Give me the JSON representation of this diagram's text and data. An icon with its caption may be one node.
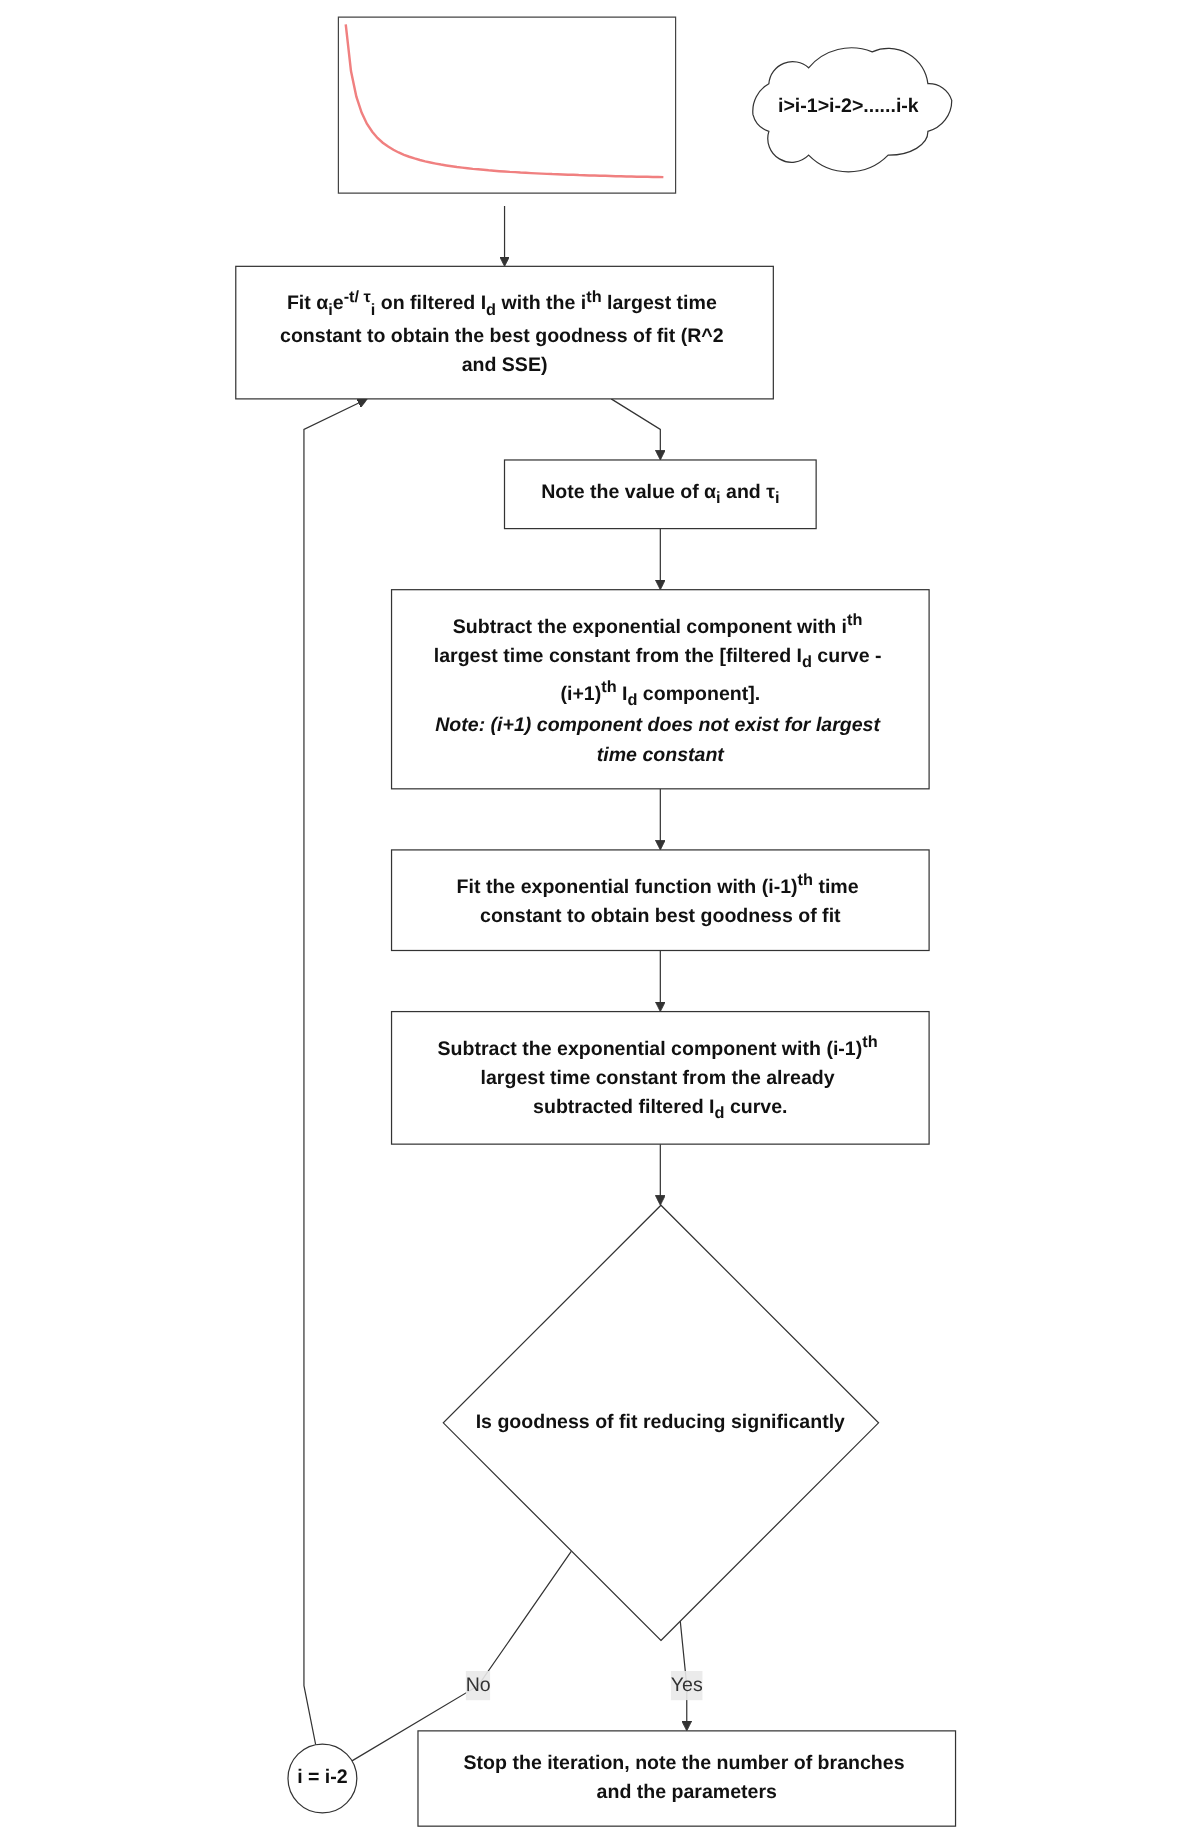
{
  "diagram": {
    "nodes": [
      {
        "text": [],
        "shape": "picture"
      },
      {
        "text": [
          "Fit α$_{i}$e$^{-t/ τ}$$_{i}$ on filtered I$_{d}$ with the i$^{th}$ largest time constant to obtain the best goodness of fit (R^2 and SSE)"
        ]
      },
      {
        "text": [
          "Note the value of α$_{i}$ and τ$_{i}$"
        ]
      },
      {
        "text": [
          "Subtract the exponential component with i$^{th}$ largest time constant from the [filtered I$_{d}$ curve - (i+1)$^{th}$ I$_{d}$ component].",
          "Note: (i+1) component does not exist for largest time constant"
        ]
      },
      {
        "text": [
          "Fit the exponential function with (i-1)$^{th}$ time constant to obtain best goodness of fit"
        ]
      },
      {
        "text": [
          "Subtract the exponential component with (i-1)$^{th}$ largest time constant from the already subtracted filtered I$_{d}$ curve."
        ]
      },
      {
        "text": [
          "Is goodness of fit reducing significantly"
        ]
      },
      {
        "text": [
          "i = i-2"
        ]
      },
      {
        "text": [
          "i>i-1>i-2>......i-k"
        ]
      },
      {
        "text": [
          "Stop the iteration, note the number of branches and the parameters"
        ]
      }
    ],
    "edges": [
      {
        "from": 0,
        "to": 1,
        "arrow": "to"
      },
      {
        "from": 1,
        "to": 2,
        "arrow": "to"
      },
      {
        "from": 2,
        "to": 3,
        "arrow": "to"
      },
      {
        "from": 3,
        "to": 4,
        "arrow": "to"
      },
      {
        "from": 4,
        "to": 5,
        "arrow": "to"
      },
      {
        "from": 5,
        "to": 6,
        "arrow": "to"
      },
      {
        "from": 6,
        "to": 7,
        "arrow": "none",
        "label": "No"
      },
      {
        "from": 7,
        "to": 1,
        "arrow": "to"
      },
      {
        "from": 6,
        "to": 9,
        "arrow": "to",
        "label": "Yes"
      }
    ]
  }
}
